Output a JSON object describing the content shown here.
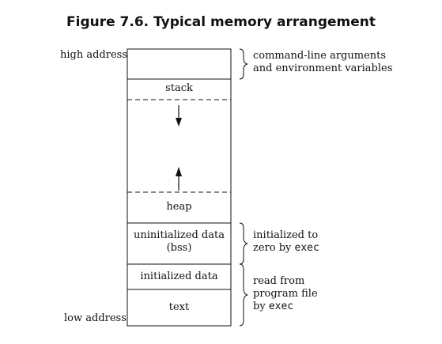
{
  "title": "Figure 7.6. Typical memory arrangement",
  "address_labels": {
    "high": "high address",
    "low": "low address"
  },
  "segments": {
    "stack": "stack",
    "heap": "heap",
    "bss": [
      "uninitialized data",
      "(bss)"
    ],
    "data": "initialized data",
    "text": "text"
  },
  "annotations": {
    "args": [
      "command-line arguments",
      "and environment variables"
    ],
    "bss": {
      "line1": "initialized to",
      "line2_prefix": "zero by ",
      "line2_code": "exec"
    },
    "program": {
      "line1": "read from",
      "line2": "program file",
      "line3_prefix": "by ",
      "line3_code": "exec"
    }
  },
  "colors": {
    "stroke": "#111111",
    "text": "#111111",
    "background": "#ffffff"
  }
}
